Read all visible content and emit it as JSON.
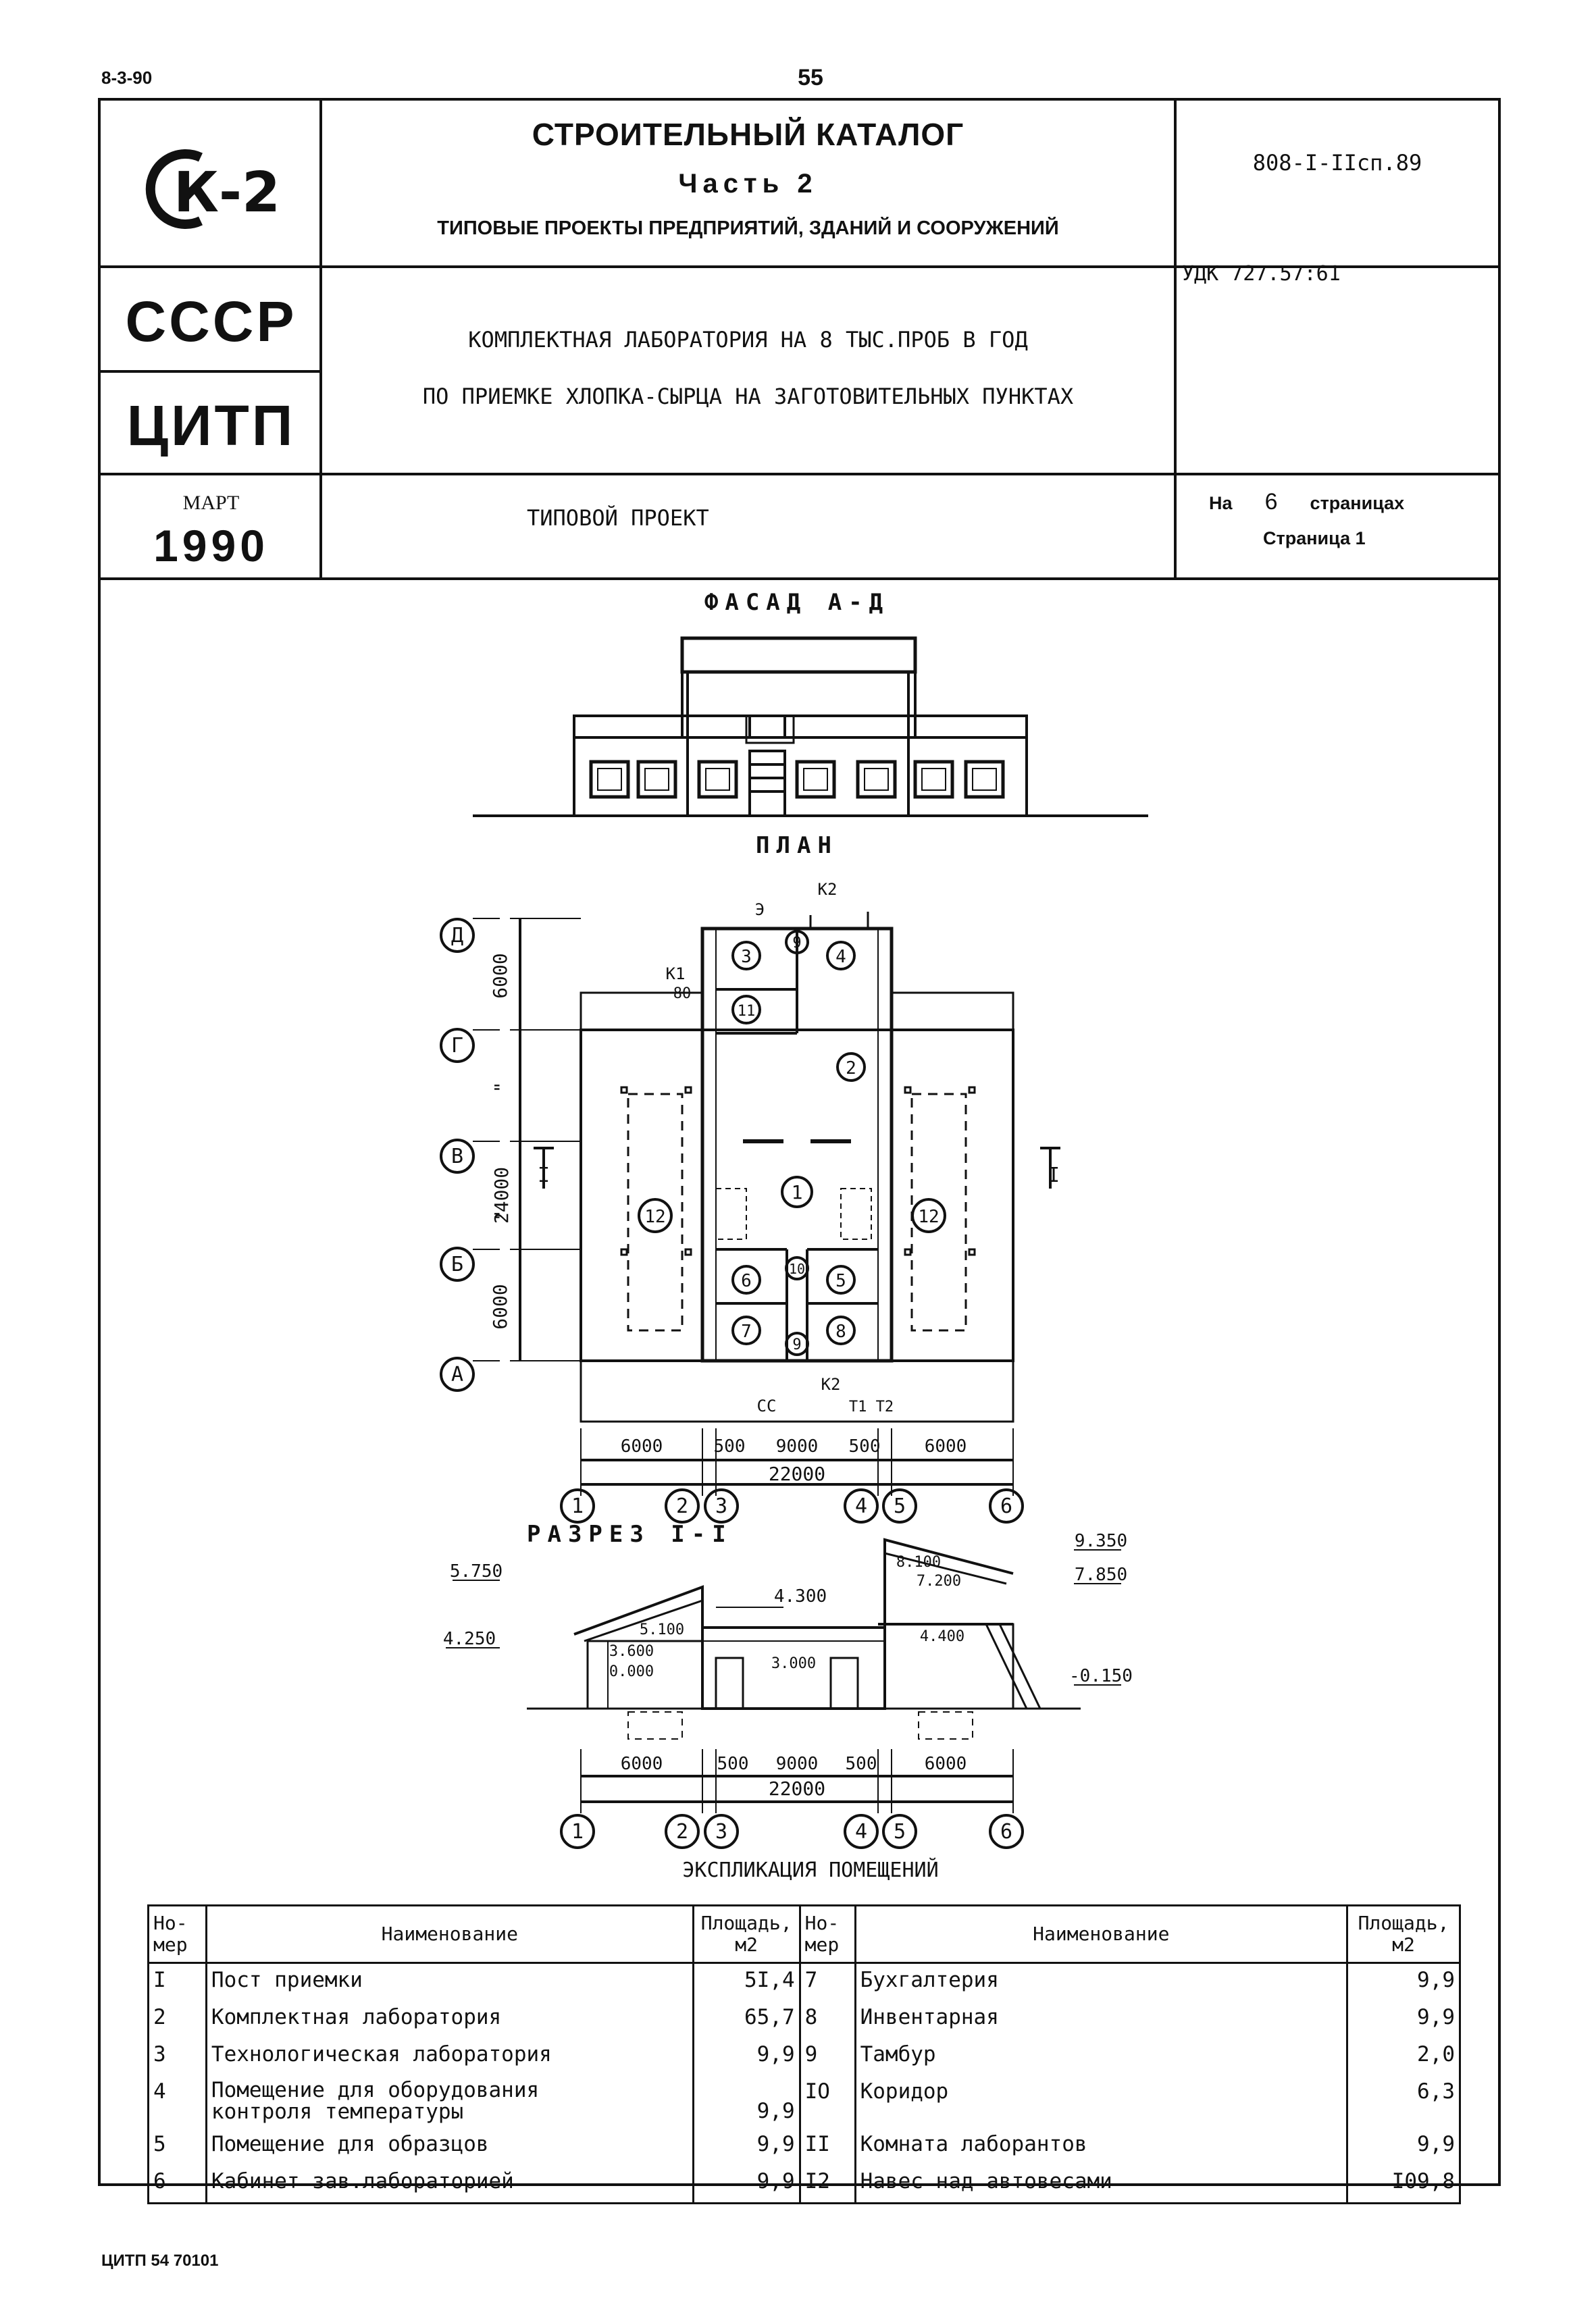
{
  "header": {
    "print_date": "8-3-90",
    "page_number": "55",
    "footer_code": "ЦИТП 54 70101"
  },
  "title_block": {
    "logo_text": "К-2",
    "catalog_title": "СТРОИТЕЛЬНЫЙ КАТАЛОГ",
    "catalog_part": "Часть 2",
    "catalog_subtitle": "ТИПОВЫЕ ПРОЕКТЫ ПРЕДПРИЯТИЙ, ЗДАНИЙ И СООРУЖЕНИЙ",
    "project_code": "808-I-IIсп.89",
    "udk": "УДК 727.57:61",
    "country": "СССР",
    "organization": "ЦИТП",
    "project_title_line1": "КОМПЛЕКТНАЯ ЛАБОРАТОРИЯ НА 8 ТЫС.ПРОБ В ГОД",
    "project_title_line2": "ПО ПРИЕМКЕ ХЛОПКА-СЫРЦА НА ЗАГОТОВИТЕЛЬНЫХ ПУНКТАХ",
    "month": "МАРТ",
    "year": "1990",
    "project_type": "ТИПОВОЙ ПРОЕКТ",
    "pages_prefix": "На",
    "pages_count": "6",
    "pages_suffix": "страницах",
    "page_label": "Страница 1"
  },
  "drawings": {
    "facade_title": "ФАСАД А-Д",
    "plan_title": "ПЛАН",
    "section_title": "РАЗРЕЗ I-I",
    "axes_letters": [
      "Д",
      "Г",
      "В",
      "Б",
      "А"
    ],
    "axes_numbers": [
      "1",
      "2",
      "3",
      "4",
      "5",
      "6"
    ],
    "plan_dims_vertical": [
      "6000",
      "\"",
      "24000",
      "\"",
      "6000"
    ],
    "plan_dims_horizontal": [
      "6000",
      "500",
      "9000",
      "500",
      "6000"
    ],
    "plan_total_width": "22000",
    "plan_markers": {
      "e": "Э",
      "k1": "К1",
      "k1_size": "80",
      "k2_top": "К2",
      "k2_bottom": "К2",
      "cc": "СС",
      "t": "Т1 Т2",
      "cut": "I"
    },
    "room_numbers": [
      "1",
      "2",
      "3",
      "4",
      "5",
      "6",
      "7",
      "8",
      "9",
      "9",
      "10",
      "11",
      "12",
      "12"
    ],
    "section_levels": {
      "l5750": "5.750",
      "l4250": "4.250",
      "l4300": "4.300",
      "l5100": "5.100",
      "l3600": "3.600",
      "l0000": "0.000",
      "l3000": "3.000",
      "l9350": "9.350",
      "l7850": "7.850",
      "l8100": "8.100",
      "l7200": "7.200",
      "l4400": "4.400",
      "lm0150": "-0.150"
    },
    "section_dims": [
      "6000",
      "500",
      "9000",
      "500",
      "6000"
    ],
    "section_total_width": "22000"
  },
  "explication": {
    "title": "ЭКСПЛИКАЦИЯ ПОМЕЩЕНИЙ",
    "headers": {
      "number": "Но-\nмер",
      "name": "Наименование",
      "area": "Площадь,\nм2"
    },
    "left": [
      {
        "num": "I",
        "name": "Пост приемки",
        "area": "5I,4"
      },
      {
        "num": "2",
        "name": "Комплектная  лаборатория",
        "area": "65,7"
      },
      {
        "num": "3",
        "name": "Технологическая лаборатория",
        "area": "9,9"
      },
      {
        "num": "4",
        "name": "Помещение для оборудования\nконтроля температуры",
        "area": "9,9"
      },
      {
        "num": "5",
        "name": "Помещение для образцов",
        "area": "9,9"
      },
      {
        "num": "6",
        "name": "Кабинет зав.лабораторией",
        "area": "9,9"
      }
    ],
    "right": [
      {
        "num": "7",
        "name": "Бухгалтерия",
        "area": "9,9"
      },
      {
        "num": "8",
        "name": "Инвентарная",
        "area": "9,9"
      },
      {
        "num": "9",
        "name": "Тамбур",
        "area": "2,0"
      },
      {
        "num": "IO",
        "name": "Коридор",
        "area": "6,3"
      },
      {
        "num": "II",
        "name": "Комната лаборантов",
        "area": "9,9"
      },
      {
        "num": "I2",
        "name": "Навес над автовесами",
        "area": "I09,8"
      }
    ]
  }
}
